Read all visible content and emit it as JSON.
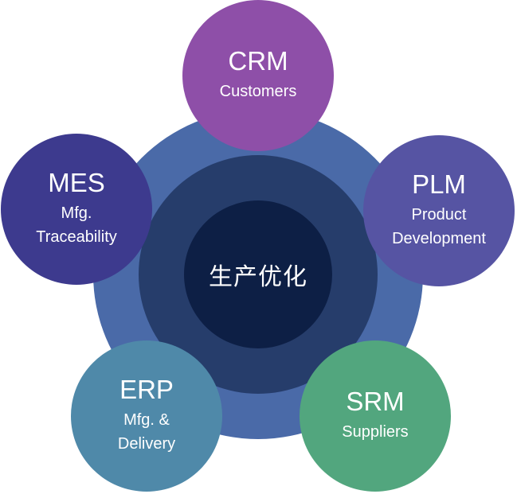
{
  "center": {
    "label": "生产优化"
  },
  "nodes": {
    "crm": {
      "title": "CRM",
      "lines": [
        "Customers"
      ],
      "color": "#8e4fa8"
    },
    "plm": {
      "title": "PLM",
      "lines": [
        "Product",
        "Development"
      ],
      "color": "#5654a3"
    },
    "srm": {
      "title": "SRM",
      "lines": [
        "Suppliers"
      ],
      "color": "#52a67e"
    },
    "erp": {
      "title": "ERP",
      "lines": [
        "Mfg. &",
        "Delivery"
      ],
      "color": "#4f89a9"
    },
    "mes": {
      "title": "MES",
      "lines": [
        "Mfg.",
        "Traceability"
      ],
      "color": "#3d3a8e"
    }
  },
  "rings": {
    "outer_color": "#4a6aa8",
    "middle_color": "#263d6b",
    "inner_color": "#0d1f45"
  }
}
